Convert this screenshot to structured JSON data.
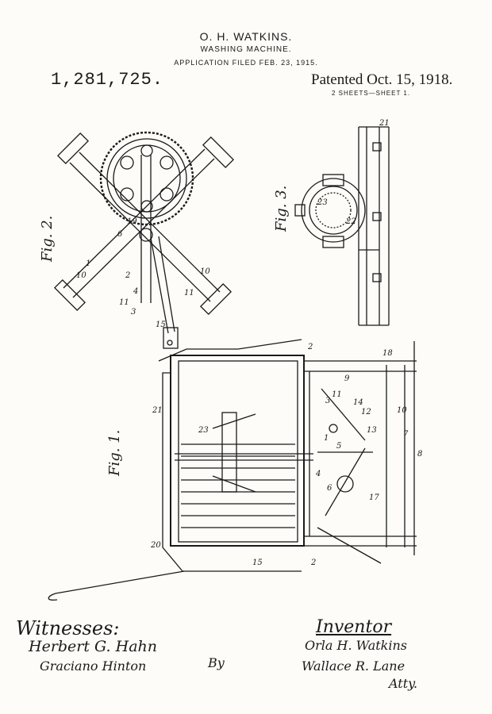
{
  "header": {
    "inventor_name": "O. H. WATKINS.",
    "invention_title": "WASHING MACHINE.",
    "application_filed": "APPLICATION FILED FEB. 23, 1915.",
    "patent_number": "1,281,725.",
    "patented_date": "Patented Oct. 15, 1918.",
    "sheets": "2 SHEETS—SHEET 1."
  },
  "figures": {
    "fig1_label": "Fig. 1.",
    "fig2_label": "Fig. 2.",
    "fig3_label": "Fig. 3."
  },
  "reference_numerals": {
    "fig1": [
      "2",
      "23",
      "21",
      "20",
      "15",
      "2",
      "9",
      "11",
      "3",
      "14",
      "12",
      "13",
      "1",
      "5",
      "4",
      "6",
      "17",
      "10",
      "7",
      "8",
      "18"
    ],
    "fig2": [
      "10",
      "1",
      "6",
      "19",
      "2",
      "4",
      "11",
      "3",
      "15",
      "10",
      "11"
    ],
    "fig3": [
      "23",
      "22",
      "21"
    ]
  },
  "signatures": {
    "witnesses_label": "Witnesses:",
    "witness_1": "Herbert G. Hahn",
    "witness_2": "Graciano Hinton",
    "by_label": "By",
    "inventor_label": "Inventor",
    "inventor_signature": "Orla H. Watkins",
    "attorney_signature": "Wallace R. Lane",
    "attorney_abbrev": "Atty."
  }
}
